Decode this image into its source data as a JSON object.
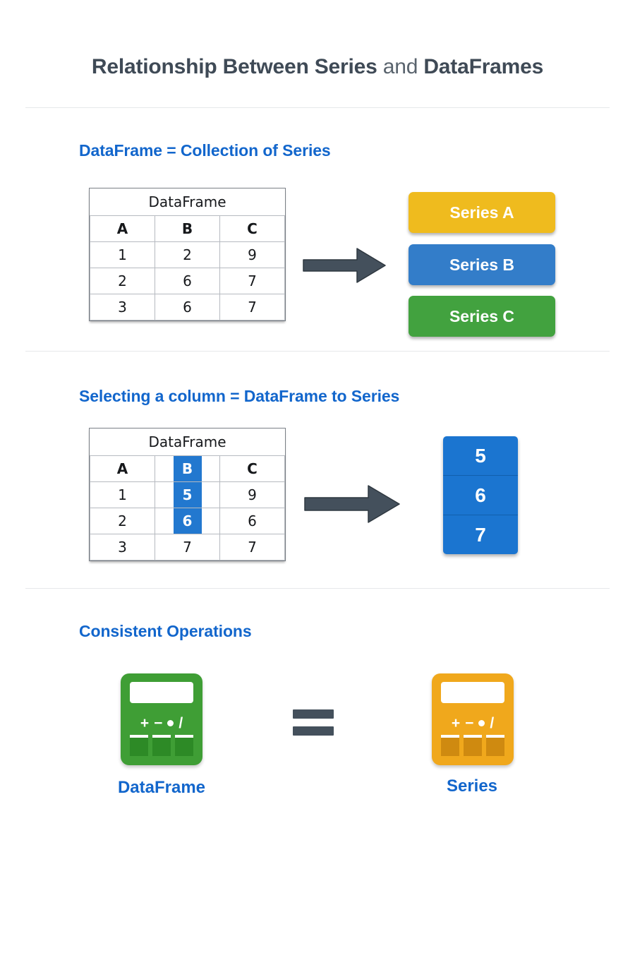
{
  "title": {
    "part1": "Relationship Between Series",
    "part2": " and ",
    "part3": "DataFrames"
  },
  "colors": {
    "heading_blue": "#1266cc",
    "title_slate": "#3f4a56",
    "series_a": "#efbb1e",
    "series_b": "#337dc9",
    "series_c": "#42a23f",
    "highlight_blue": "#2278cf",
    "series_column_blue": "#1b75d0",
    "arrow_slate": "#44505c",
    "calc_dataframe_green": "#3f9e35",
    "calc_series_orange": "#f0a81c",
    "divider_gray": "#e6e8ea"
  },
  "sections": [
    {
      "heading": "DataFrame = Collection of Series",
      "table": {
        "caption": "DataFrame",
        "columns": [
          "A",
          "B",
          "C"
        ],
        "rows": [
          [
            "1",
            "2",
            "9"
          ],
          [
            "2",
            "6",
            "7"
          ],
          [
            "3",
            "6",
            "7"
          ]
        ]
      },
      "arrow": "right-arrow-icon",
      "series_pills": [
        {
          "label": "Series A",
          "color": "#efbb1e"
        },
        {
          "label": "Series B",
          "color": "#337dc9"
        },
        {
          "label": "Series C",
          "color": "#42a23f"
        }
      ]
    },
    {
      "heading": "Selecting a column = DataFrame to Series",
      "table": {
        "caption": "DataFrame",
        "columns": [
          "A",
          "B",
          "C"
        ],
        "rows": [
          [
            "1",
            "5",
            "9"
          ],
          [
            "2",
            "6",
            "6"
          ],
          [
            "3",
            "7",
            "7"
          ]
        ],
        "highlighted_column": "B",
        "highlighted_cells": [
          "B",
          "5",
          "6"
        ]
      },
      "arrow": "right-arrow-icon",
      "series_column": {
        "values": [
          "5",
          "6",
          "7"
        ],
        "color": "#1b75d0"
      }
    },
    {
      "heading": "Consistent Operations",
      "left": {
        "icon": "calculator-icon",
        "label": "DataFrame",
        "color": "#3f9e35",
        "operators": [
          "+",
          "−",
          "•",
          "/"
        ]
      },
      "equals": "=",
      "right": {
        "icon": "calculator-icon",
        "label": "Series",
        "color": "#f0a81c",
        "operators": [
          "+",
          "−",
          "•",
          "/"
        ]
      }
    }
  ]
}
